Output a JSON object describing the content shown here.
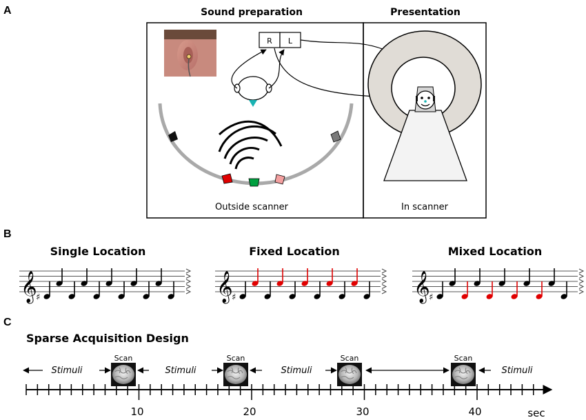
{
  "panels": {
    "a": {
      "letter": "A",
      "sound_preparation": "Sound preparation",
      "presentation": "Presentation",
      "outside_scanner": "Outside scanner",
      "in_scanner": "In scanner",
      "right_label": "R",
      "left_label": "L",
      "speaker_colors": [
        "#111111",
        "#e00000",
        "#00a040",
        "#f4a0a0",
        "#7a7a7a"
      ]
    },
    "b": {
      "letter": "B",
      "single": "Single Location",
      "fixed": "Fixed Location",
      "mixed": "Mixed Location",
      "note_colors": {
        "black": "#000000",
        "red": "#e00000"
      }
    },
    "c": {
      "letter": "C",
      "title": "Sparse Acquisition Design",
      "stimuli": "Stimuli",
      "scan": "Scan",
      "ticks": [
        "10",
        "20",
        "30",
        "40"
      ],
      "unit": "sec"
    }
  }
}
